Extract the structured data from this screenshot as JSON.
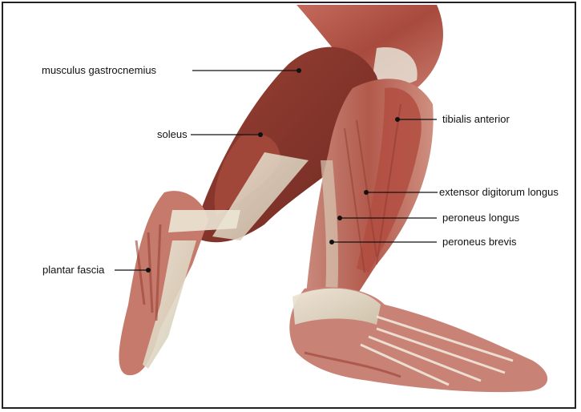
{
  "labels": {
    "gastrocnemius": "musculus gastrocnemius",
    "soleus": "soleus",
    "tibialis": "tibialis anterior",
    "extensor": "extensor digitorum longus",
    "peroneus_longus": "peroneus longus",
    "peroneus_brevis": "peroneus brevis",
    "plantar": "plantar fascia"
  },
  "colors": {
    "border": "#222222",
    "muscle_dark": "#8e3a2e",
    "muscle": "#b5574a",
    "muscle_light": "#d08476",
    "tendon": "#e4dccb",
    "bone": "#d8cfae",
    "line": "#111111"
  }
}
